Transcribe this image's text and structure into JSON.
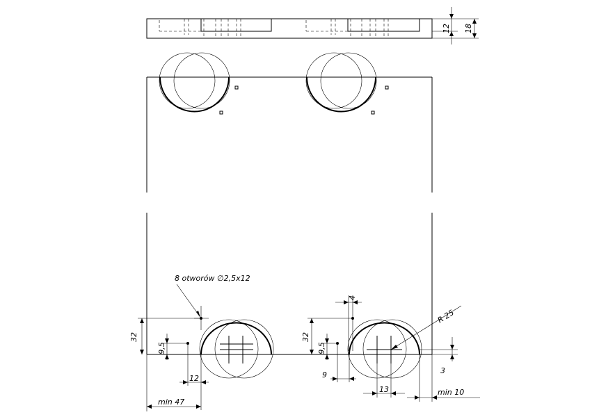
{
  "note": "8 otworów ∅2,5x12",
  "dims": {
    "top_h12": "12",
    "top_h18": "18",
    "left_h32": "32",
    "left_h9_5": "9,5",
    "left_w12": "12",
    "left_min47": "min  47",
    "right_h32": "32",
    "right_h9_5": "9,5",
    "right_w9": "9",
    "right_w4": "4",
    "right_w13": "13",
    "right_h3": "3",
    "right_min10": "min  10",
    "radius": "R 25"
  }
}
